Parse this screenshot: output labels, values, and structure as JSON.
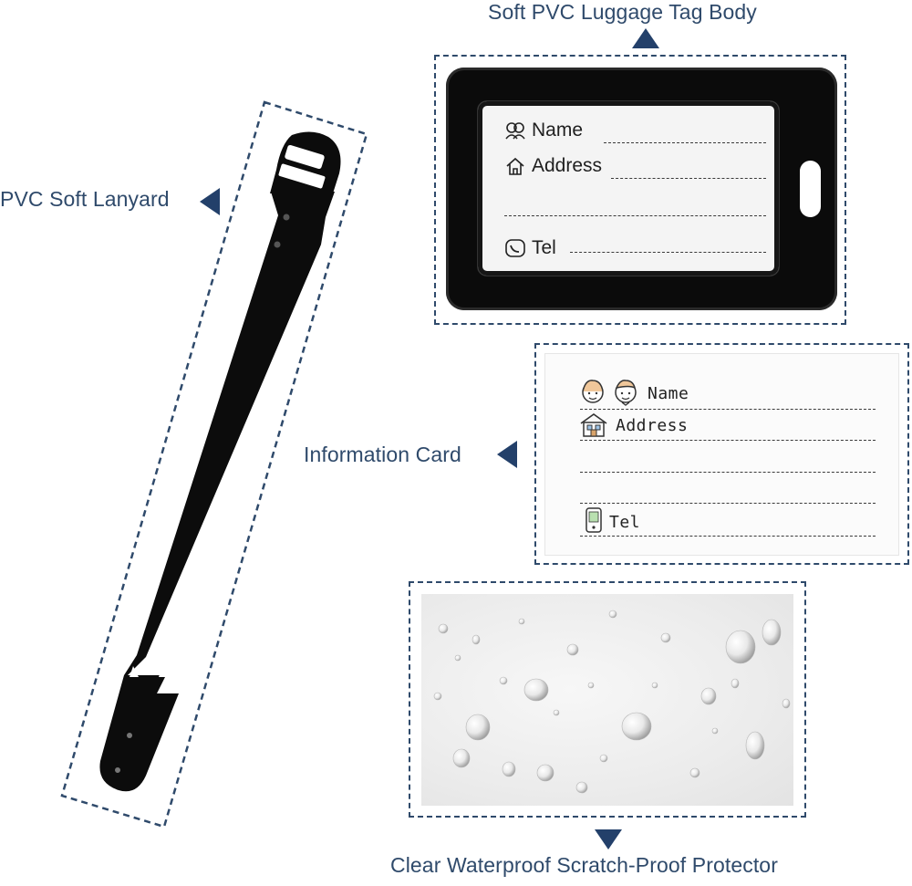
{
  "labels": {
    "tag_body": "Soft PVC Luggage Tag Body",
    "lanyard": "PVC Soft Lanyard",
    "info_card": "Information Card",
    "protector": "Clear Waterproof Scratch-Proof Protector"
  },
  "tag": {
    "name": "Name",
    "address": "Address",
    "tel": "Tel"
  },
  "card": {
    "name": "Name",
    "address": "Address",
    "tel": "Tel"
  },
  "colors": {
    "accent": "#23406a",
    "caption": "#2f4a6b",
    "tag": "#0b0b0b"
  }
}
